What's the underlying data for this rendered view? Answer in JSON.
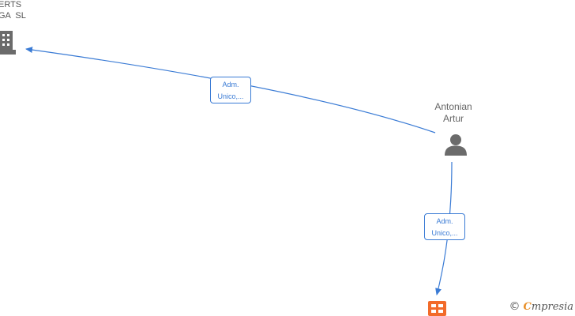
{
  "nodes": {
    "company_top": {
      "line1": "ERTS",
      "line2": "GA  SL",
      "icon": "building-icon"
    },
    "person": {
      "line1": "Antonian",
      "line2": "Artur",
      "icon": "person-icon"
    },
    "company_bottom": {
      "icon": "company-grid-icon",
      "color": "#f26b2a"
    }
  },
  "edges": [
    {
      "line1": "Adm.",
      "line2": "Unico,..."
    },
    {
      "line1": "Adm.",
      "line2": "Unico,..."
    }
  ],
  "colors": {
    "edge": "#3a7bd5",
    "icon_gray": "#6b6b6b",
    "accent_orange": "#f26b2a"
  },
  "brand": {
    "symbol": "©",
    "initial": "C",
    "rest": "mpresia"
  }
}
